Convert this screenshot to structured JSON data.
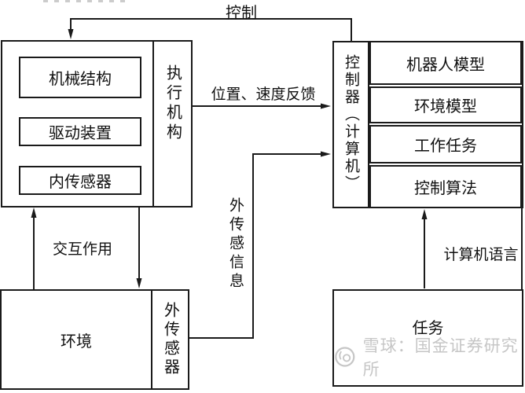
{
  "diagram": {
    "top_label": "控制",
    "feedback_label": "位置、速度反馈",
    "interaction_label": "交互作用",
    "ext_sense_info_label": "外传感信息",
    "computer_language_label": "计算机语言",
    "actuator": {
      "side_label": "执行机构",
      "items": [
        "机械结构",
        "驱动装置",
        "内传感器"
      ]
    },
    "controller": {
      "side_label": "控制器（计算机）",
      "items": [
        "机器人模型",
        "环境模型",
        "工作任务",
        "控制算法"
      ]
    },
    "environment": {
      "label": "环境",
      "side_label": "外传感器"
    },
    "task": {
      "label": "任务"
    },
    "watermark": {
      "logo_icon": "xueqiu-logo",
      "text": "雪球：国金证券研究所",
      "color": "#c6c6c6"
    },
    "colors": {
      "line": "#1a1a1a",
      "background": "#ffffff",
      "text": "#111111"
    }
  }
}
